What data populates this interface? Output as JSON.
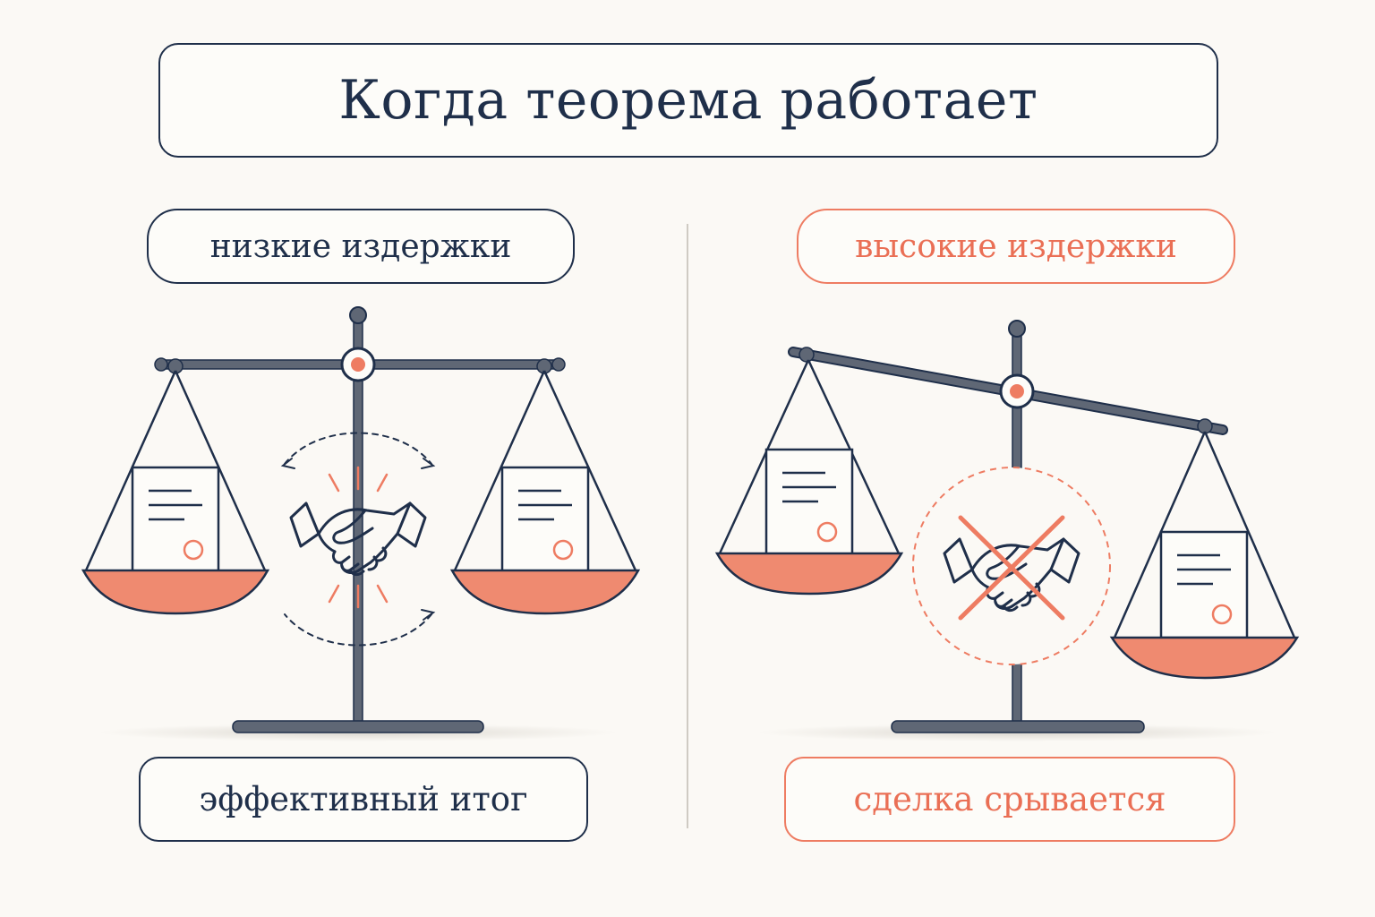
{
  "title": "Когда теорема работает",
  "left": {
    "label": "низкие издержки",
    "result": "эффективный итог"
  },
  "right": {
    "label": "высокие издержки",
    "result": "сделка срывается"
  },
  "colors": {
    "navy": "#1f2f4a",
    "accent": "#ee7c62",
    "pan_fill": "#ef8a70",
    "steel": "#5f6775",
    "background": "#fbf9f5"
  },
  "icons": {
    "left_center": "handshake-icon",
    "right_center": "crossed-handshake-icon",
    "documents": "document-icon",
    "exchange": "circular-arrows-icon"
  }
}
